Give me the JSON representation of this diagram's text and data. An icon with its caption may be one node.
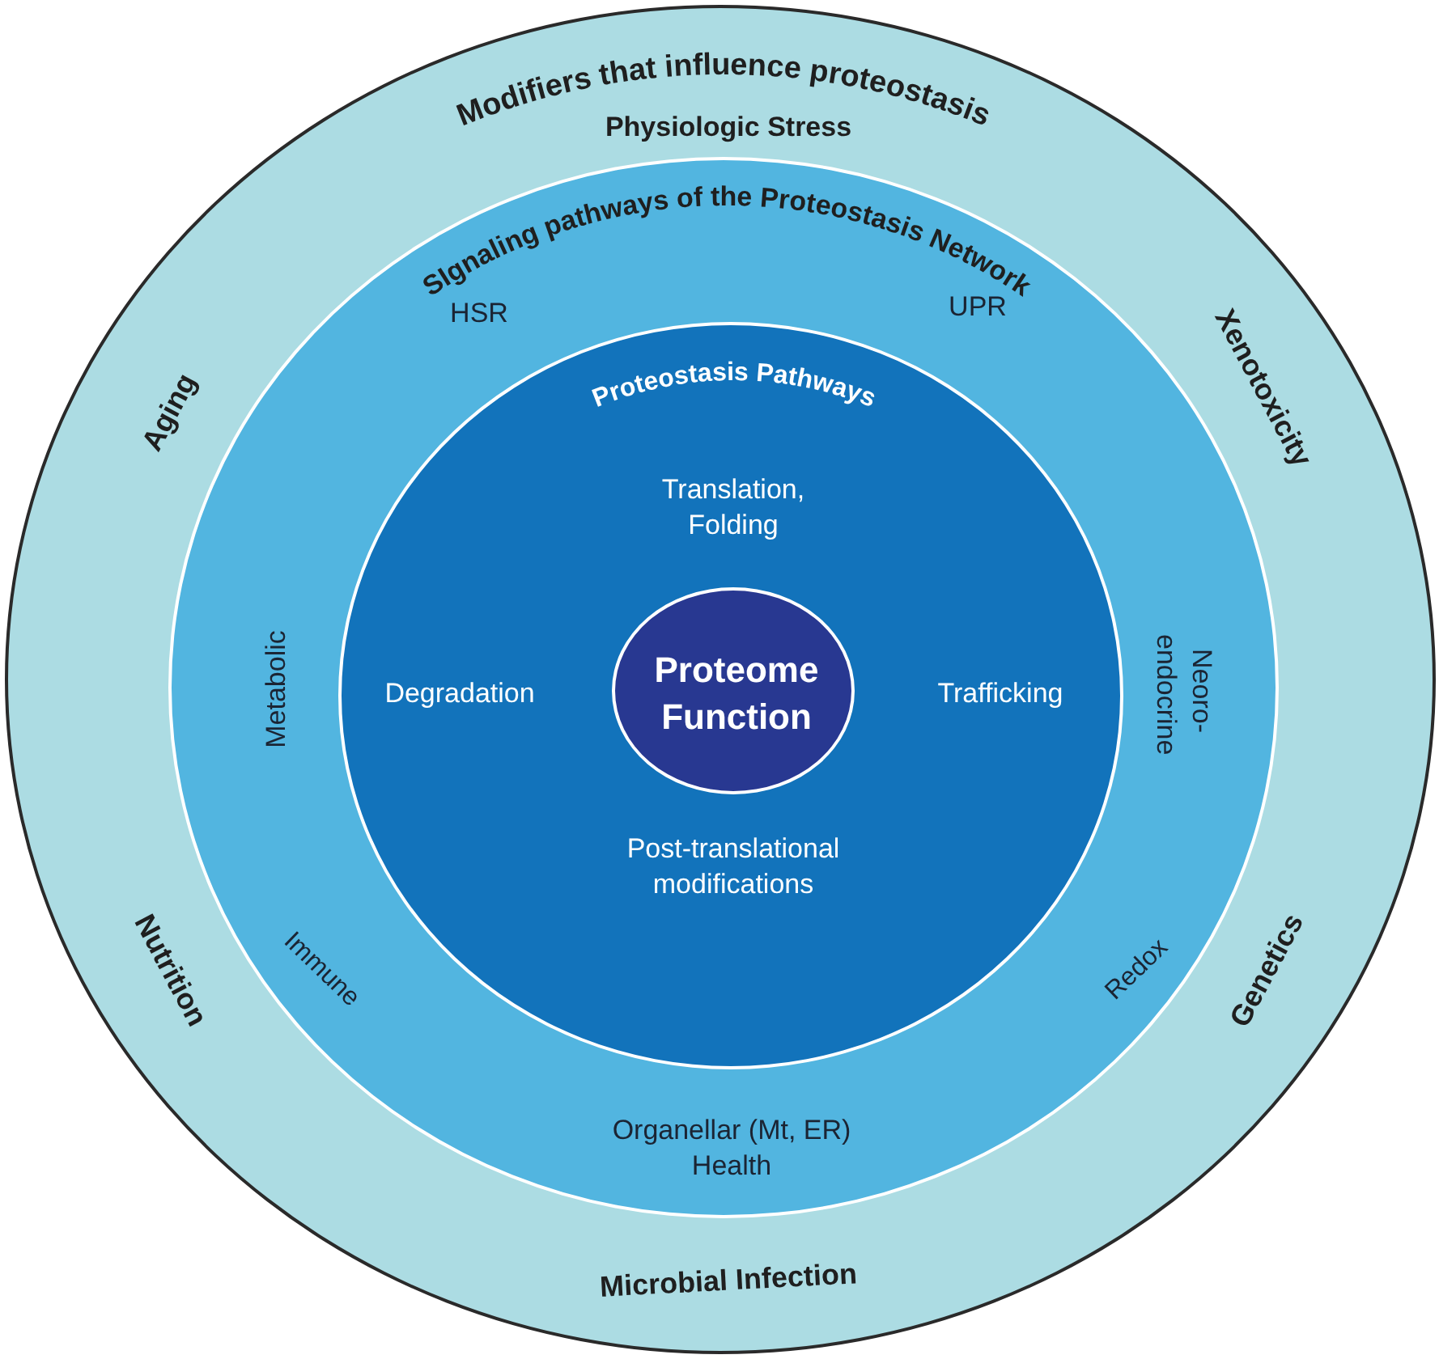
{
  "diagram": {
    "nodes": [
      {
        "text": [
          "Modifiers that  influence proteostasis"
        ]
      },
      {
        "text": [
          "Physiologic Stress"
        ],
        "in": 0
      },
      {
        "text": [
          "Aging"
        ],
        "in": 0
      },
      {
        "text": [
          "Xenotoxicity"
        ],
        "in": 0
      },
      {
        "text": [
          "SIgnaling pathways of the Proteostasis Network"
        ],
        "in": 0
      },
      {
        "text": [
          "HSR"
        ],
        "in": 4
      },
      {
        "text": [
          "UPR"
        ],
        "in": 4
      },
      {
        "text": [
          "Proteostasis Pathways"
        ],
        "in": 4
      },
      {
        "text": [
          "Translation, Folding"
        ],
        "in": 7
      },
      {
        "text": [
          "Metabolic"
        ],
        "in": 4
      },
      {
        "text": [
          "Degradation"
        ],
        "in": 7
      },
      {
        "text": [
          "Proteome Function"
        ],
        "in": 7
      },
      {
        "text": [
          "Trafficking"
        ],
        "in": 7
      },
      {
        "text": [
          "Neoro- endocrine"
        ],
        "in": 4
      },
      {
        "text": [
          "Post-translational modifications"
        ],
        "in": 7
      },
      {
        "text": [
          "Nutrition"
        ],
        "in": 0
      },
      {
        "text": [
          "Immune"
        ],
        "in": 4
      },
      {
        "text": [
          "Redox"
        ],
        "in": 4
      },
      {
        "text": [
          "Genetics"
        ],
        "in": 0
      },
      {
        "text": [
          "Organellar (Mt, ER) Health"
        ],
        "in": 4
      },
      {
        "text": [
          "Microbial Infection"
        ],
        "in": 0
      }
    ],
    "edges": []
  }
}
